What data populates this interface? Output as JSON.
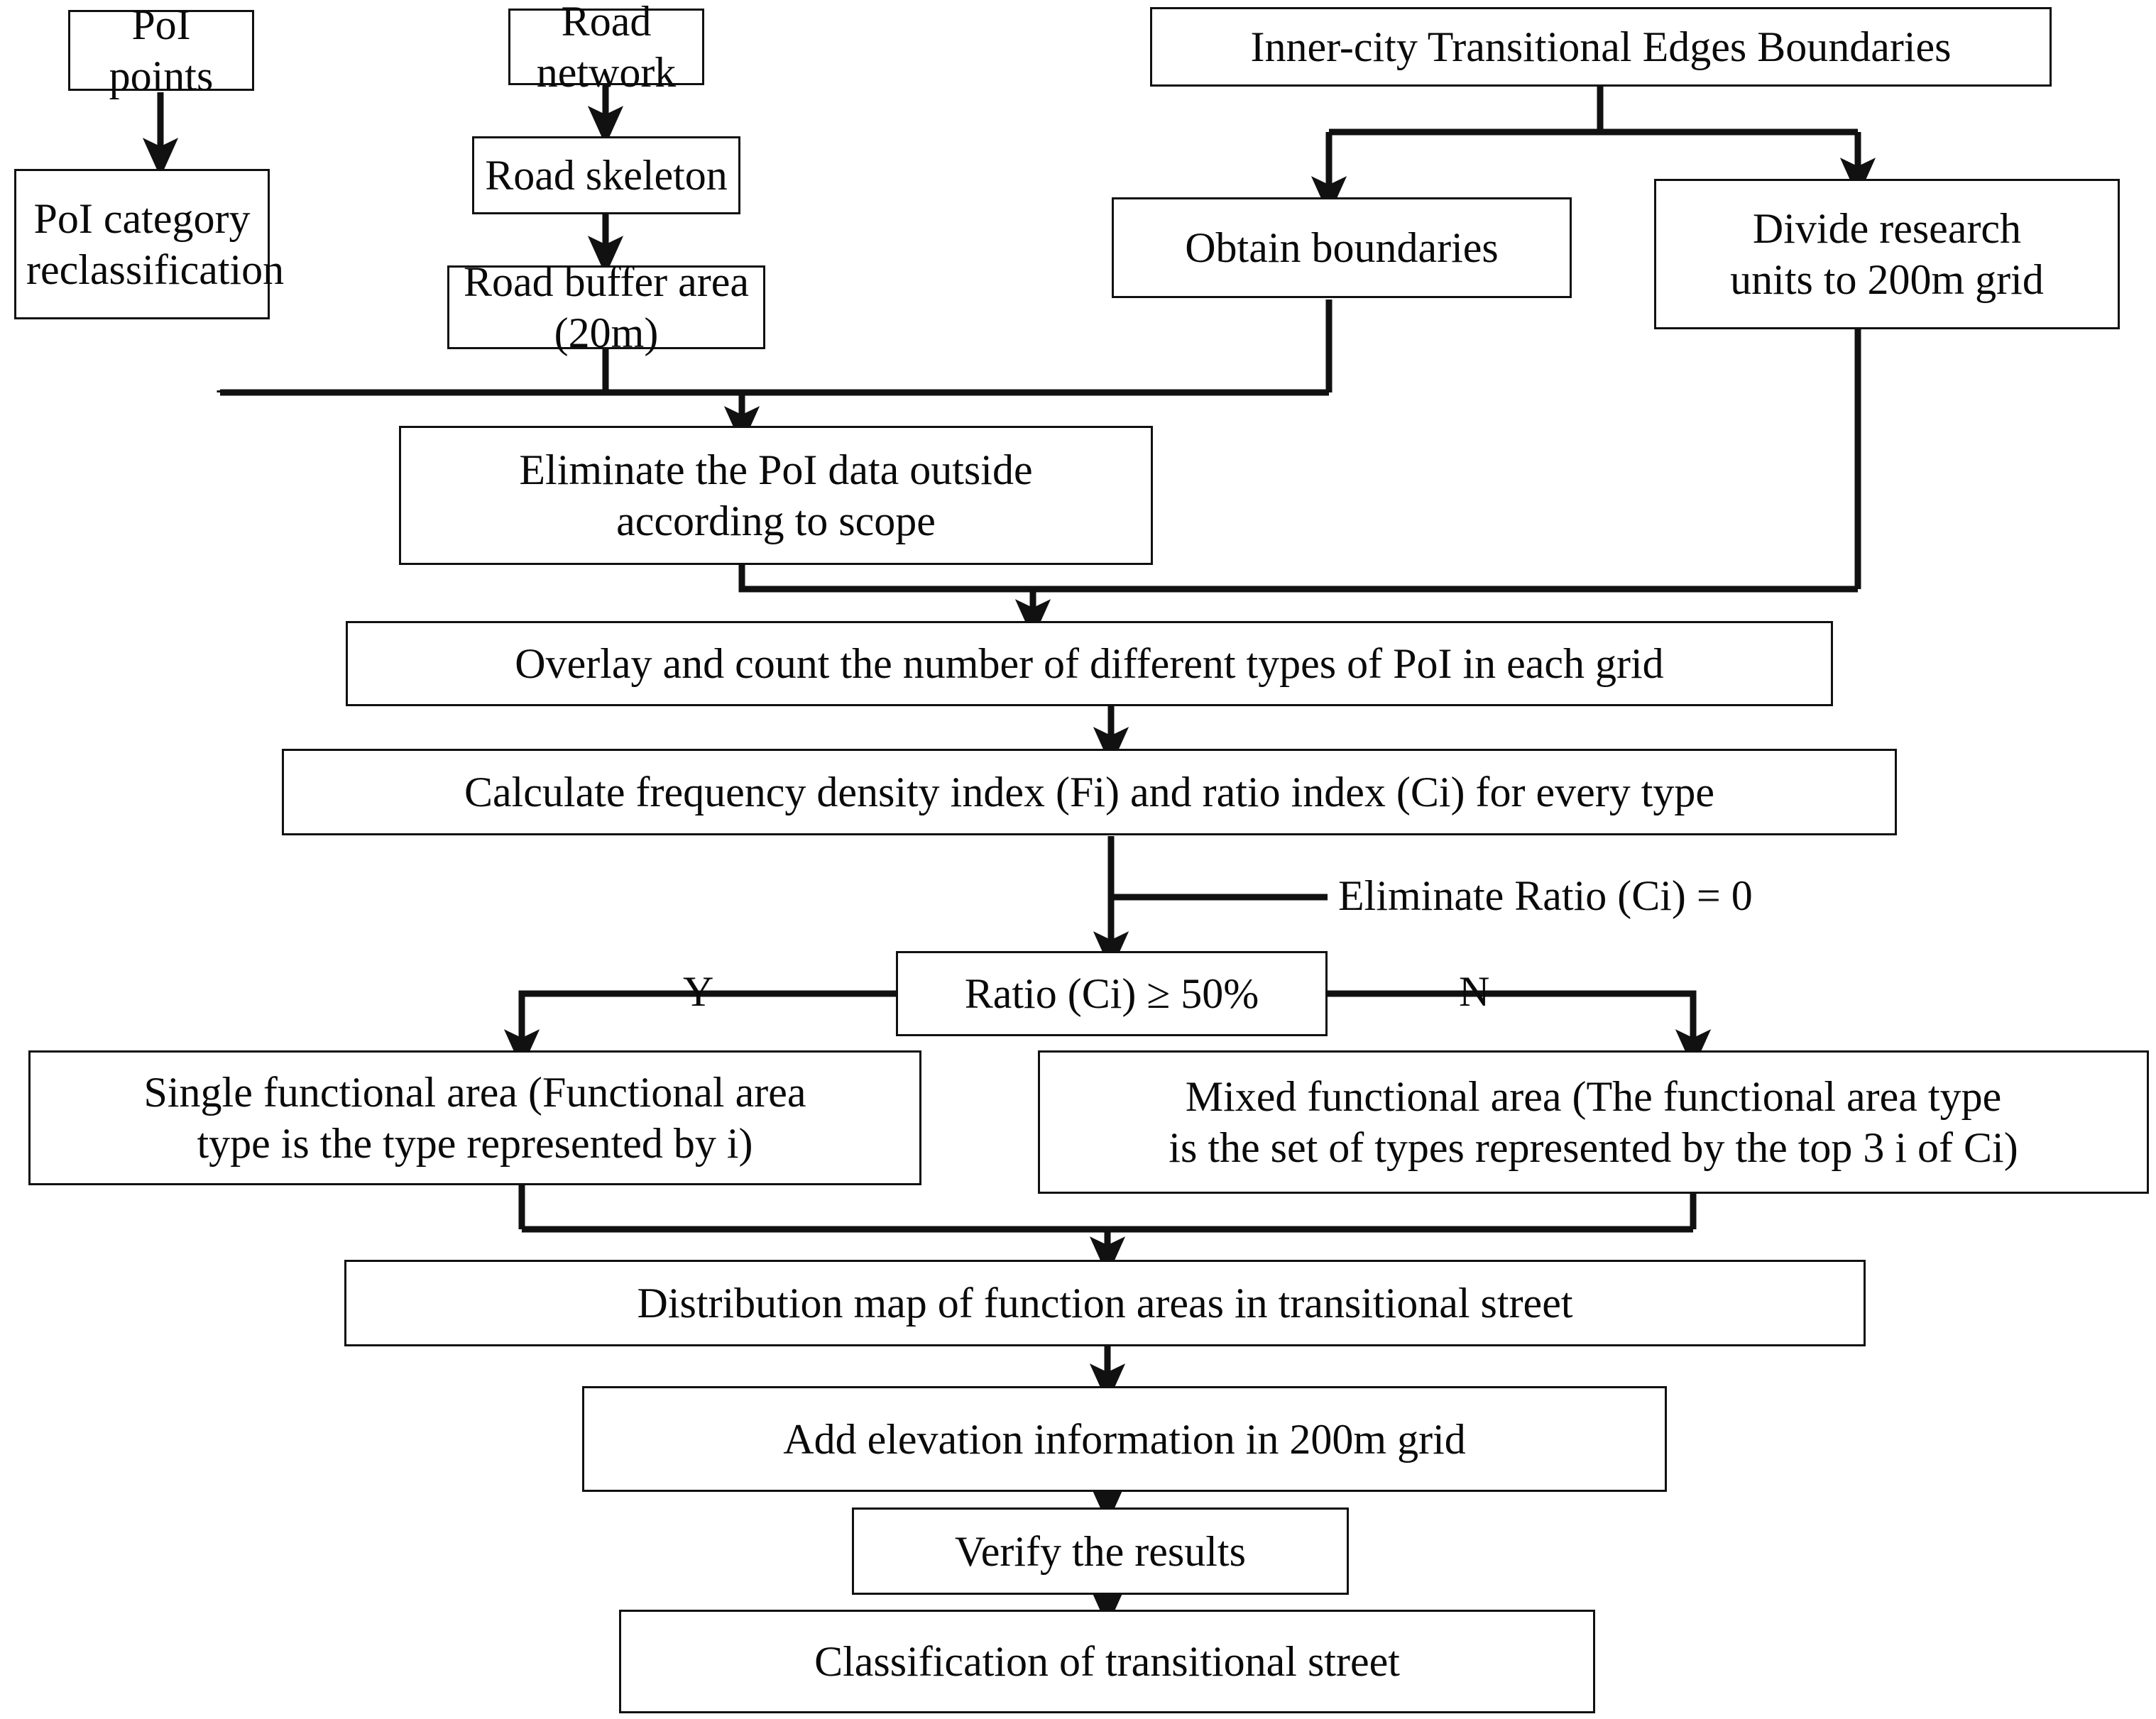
{
  "diagram": {
    "title": "PoI-based functional area classification workflow",
    "type": "flowchart",
    "stroke_color": "#111111",
    "background_color": "#ffffff",
    "text_color": "#0a0a0a"
  },
  "nodes": {
    "poi_points": {
      "label": "PoI points"
    },
    "road_network": {
      "label": "Road network"
    },
    "boundaries_source": {
      "label": "Inner-city Transitional Edges Boundaries"
    },
    "poi_reclass": {
      "label": "PoI category\nreclassification"
    },
    "road_skeleton": {
      "label": "Road skeleton"
    },
    "obtain_boundaries": {
      "label": "Obtain boundaries"
    },
    "divide_units": {
      "label": "Divide research\nunits to 200m grid"
    },
    "road_buffer": {
      "label": "Road buffer area (20m)"
    },
    "eliminate_outside": {
      "label": "Eliminate the PoI data outside\naccording to scope"
    },
    "overlay_count": {
      "label": "Overlay and count the number of different types of PoI in each grid"
    },
    "calc_indices": {
      "label": "Calculate frequency density index (Fi) and ratio index (Ci) for every type"
    },
    "ratio_decision": {
      "label": "Ratio (Ci) ≥ 50%"
    },
    "single_area": {
      "label": "Single functional area (Functional area\ntype is the type represented by i)"
    },
    "mixed_area": {
      "label": "Mixed functional area (The functional area type\nis the set of types represented by the top 3 i of Ci)"
    },
    "distribution_map": {
      "label": "Distribution map of function areas in transitional street"
    },
    "add_elevation": {
      "label": "Add elevation information in 200m grid"
    },
    "verify_results": {
      "label": "Verify the results"
    },
    "classification": {
      "label": "Classification of transitional street"
    }
  },
  "edge_labels": {
    "eliminate_ratio_zero": "Eliminate Ratio (Ci) = 0",
    "branch_yes": "Y",
    "branch_no": "N"
  }
}
